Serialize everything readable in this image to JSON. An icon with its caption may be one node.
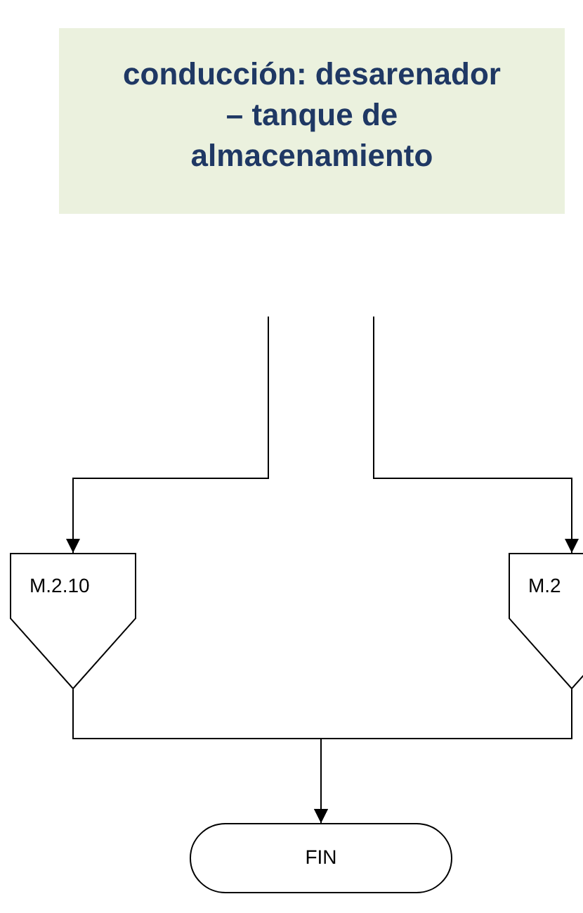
{
  "diagram": {
    "nodes": [
      {
        "text": [
          "conducción: desarenador – tanque de almacenamiento"
        ]
      },
      {
        "text": [
          "M.2.10"
        ]
      },
      {
        "text": [
          "M.2"
        ]
      },
      {
        "text": [
          "FIN"
        ]
      }
    ],
    "edges": [
      {
        "from": null,
        "to": 1,
        "arrow": "to"
      },
      {
        "from": null,
        "to": 2,
        "arrow": "to"
      },
      {
        "from": 1,
        "to": 3,
        "arrow": "to"
      },
      {
        "from": 2,
        "to": 3,
        "arrow": "to"
      }
    ]
  }
}
